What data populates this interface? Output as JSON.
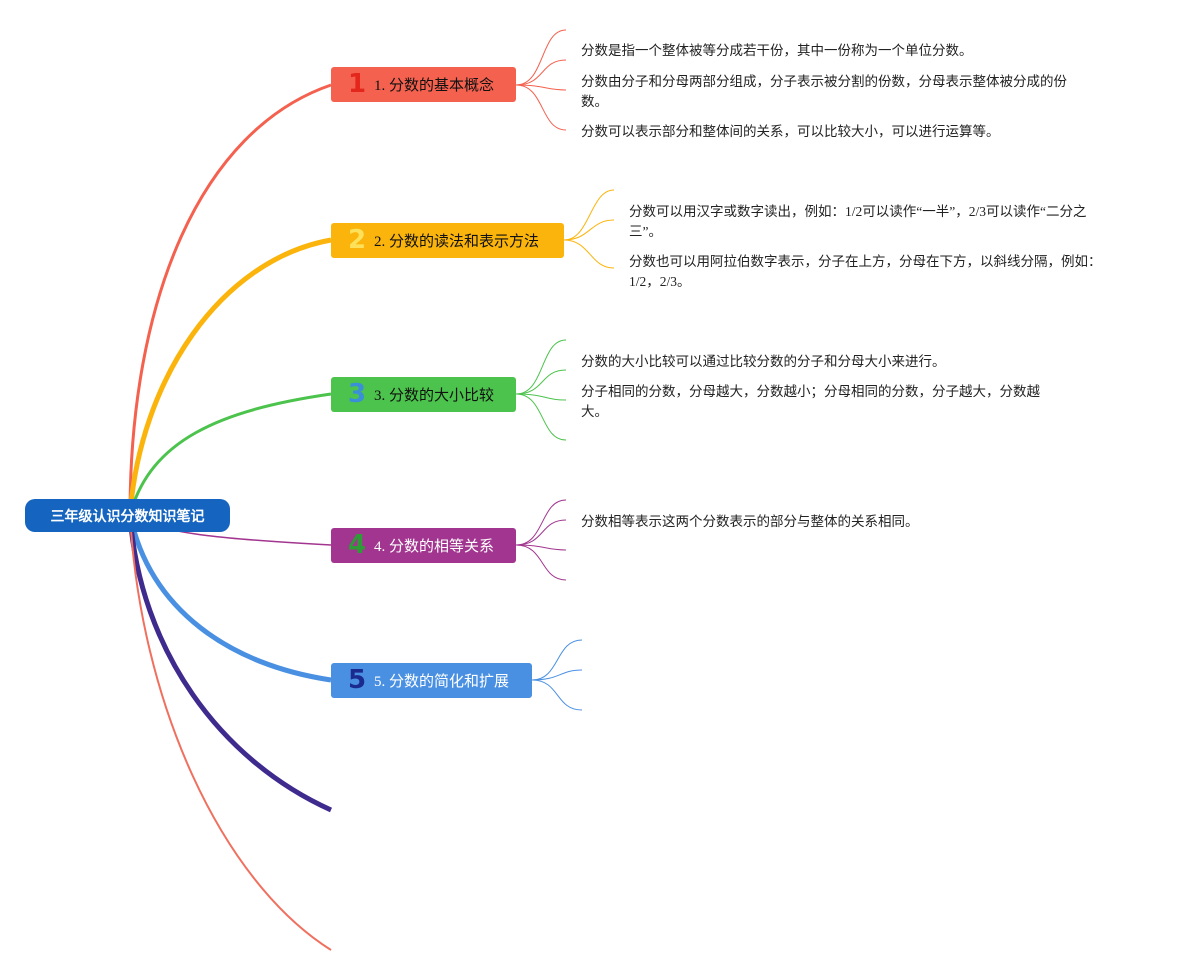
{
  "root": {
    "label": "三年级认识分数知识笔记",
    "color": "#1565C0"
  },
  "branches": [
    {
      "label": "1. 分数的基本概念",
      "number": "1",
      "color": "#F4614F",
      "number_color": "#E3271C",
      "leaves": [
        "分数是指一个整体被等分成若干份，其中一份称为一个单位分数。",
        "分数由分子和分母两部分组成，分子表示被分割的份数，分母表示整体被分成的份数。",
        "分数可以表示部分和整体间的关系，可以比较大小，可以进行运算等。"
      ]
    },
    {
      "label": "2. 分数的读法和表示方法",
      "number": "2",
      "color": "#FBB40B",
      "number_color": "#FDE15A",
      "leaves": [
        "分数可以用汉字或数字读出，例如：1/2可以读作“一半”，2/3可以读作“二分之三”。",
        "分数也可以用阿拉伯数字表示，分子在上方，分母在下方，以斜线分隔，例如：1/2，2/3。"
      ]
    },
    {
      "label": "3. 分数的大小比较",
      "number": "3",
      "color": "#4CC34C",
      "number_color": "#3A8FD8",
      "leaves": [
        "分数的大小比较可以通过比较分数的分子和分母大小来进行。",
        "分子相同的分数，分母越大，分数越小；分母相同的分数，分子越大，分数越大。"
      ]
    },
    {
      "label": "4. 分数的相等关系",
      "number": "4",
      "color": "#A2358F",
      "number_color": "#2E9B37",
      "leaves": [
        "分数相等表示这两个分数表示的部分与整体的关系相同。"
      ]
    },
    {
      "label": "5. 分数的简化和扩展",
      "number": "5",
      "color": "#4A90E2",
      "number_color": "#1B2A8E",
      "leaves": []
    }
  ],
  "extra_branch_colors": [
    "#3F2A8E",
    "#F0705F"
  ]
}
